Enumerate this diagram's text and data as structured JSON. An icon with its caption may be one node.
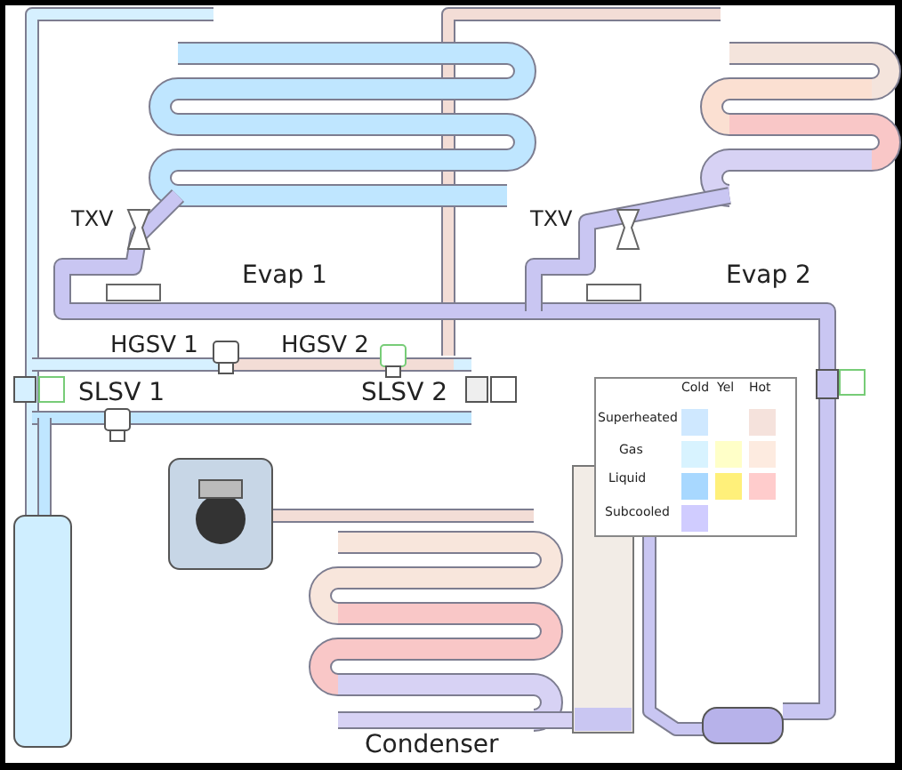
{
  "diagram": {
    "labels": [
      "TXV",
      "Evap 1",
      "TXV",
      "Evap 2",
      "HGSV 1",
      "HGSV 2",
      "SLSV 1",
      "SLSV 2",
      "Cold",
      "Yel",
      "Hot",
      "Superheated",
      "Gas",
      "Liquid",
      "Subcooled",
      "Condenser"
    ]
  }
}
